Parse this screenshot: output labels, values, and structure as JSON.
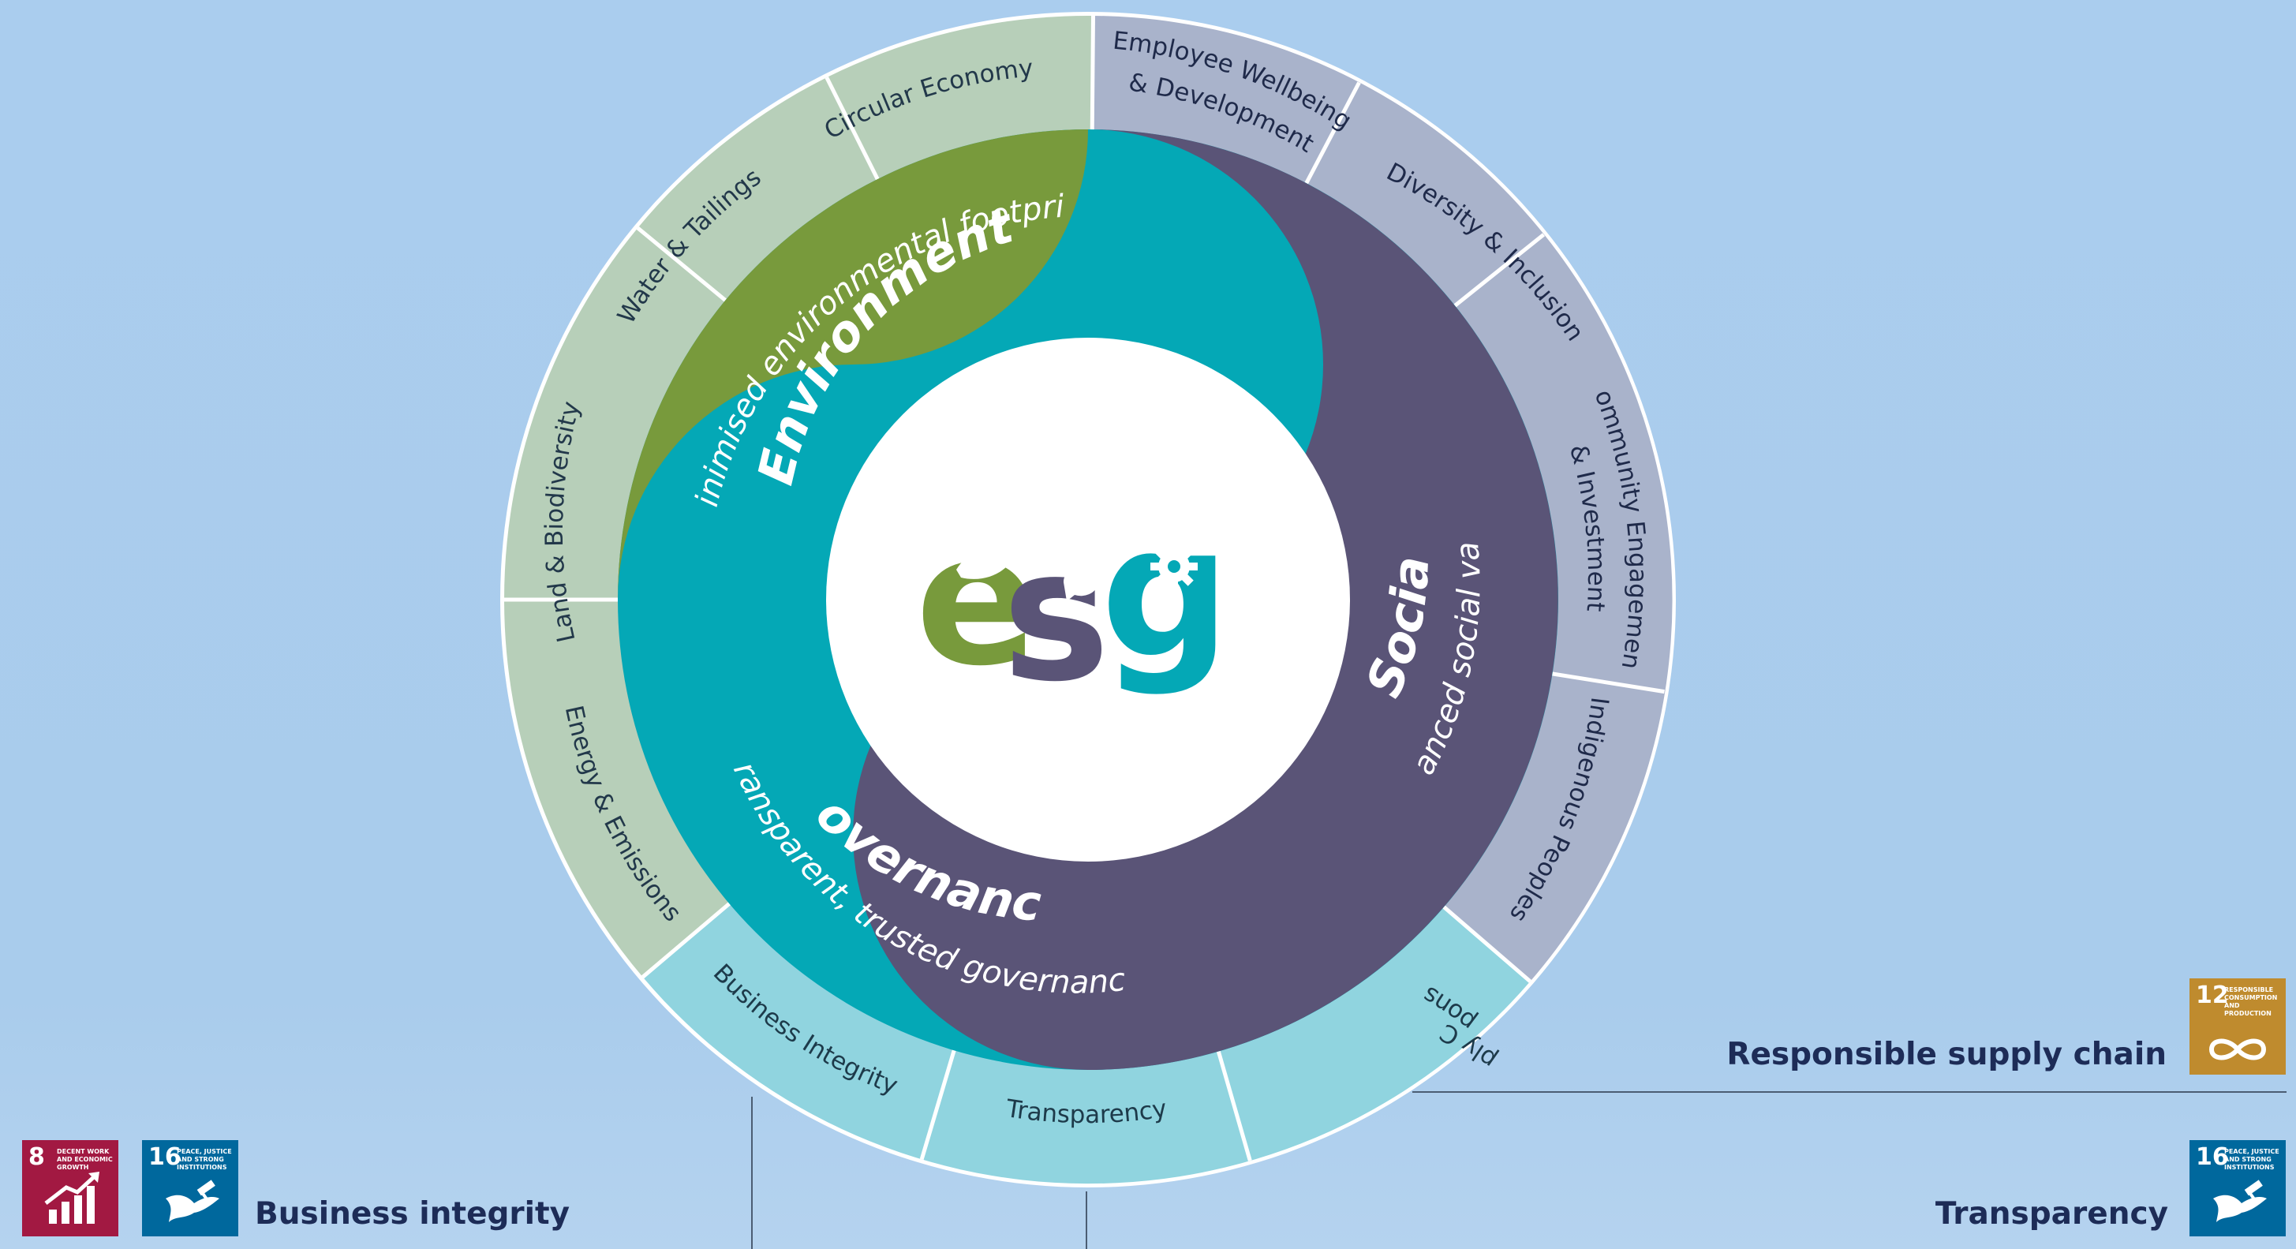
{
  "pillars": {
    "environment": {
      "title": "Environment",
      "subtitle": "Minimised environmental footprint",
      "color": "#789a3c"
    },
    "social": {
      "title": "Social",
      "subtitle": "Enhanced social value",
      "color": "#5a5477"
    },
    "governance": {
      "title": "Governance",
      "subtitle": "Transparent, trusted governance",
      "color": "#04a8b6"
    }
  },
  "logo": {
    "letters": "esg",
    "e_color": "#789a3c",
    "s_color": "#5a5477",
    "g_color": "#04a8b6"
  },
  "segments": {
    "circular_economy": "Circular Economy",
    "employee_line1": "Employee Wellbeing",
    "employee_line2": "& Development",
    "diversity": "Diversity & Inclusion",
    "community_line1": "Community Engagement",
    "community_line2": "& Investment",
    "indigenous": "Indigenous Peoples",
    "responsible_line1": "Responsible",
    "responsible_line2": "Supply Chain",
    "transparency": "Transparency",
    "business_integrity": "Business Integrity",
    "energy": "Energy & Emissions",
    "land": "Land & Biodiversity",
    "water": "Water & Tailings"
  },
  "ring_colors": {
    "environment": "#b7cfb9",
    "social": "#a9b3cb",
    "governance": "#90d4df"
  },
  "callouts": {
    "responsible_supply_chain": "Responsible supply chain",
    "business_integrity": "Business integrity",
    "transparency": "Transparency"
  },
  "sdg_badges": {
    "sdg8": {
      "number": "8",
      "text": "Decent work and economic growth",
      "color": "#a21942",
      "icon": "growth-chart-icon"
    },
    "sdg12": {
      "number": "12",
      "text": "Responsible consumption and production",
      "color": "#bf8b2e",
      "icon": "infinity-loop-icon"
    },
    "sdg16": {
      "number": "16",
      "text": "Peace, justice and strong institutions",
      "color": "#00689d",
      "icon": "dove-gavel-icon"
    }
  }
}
